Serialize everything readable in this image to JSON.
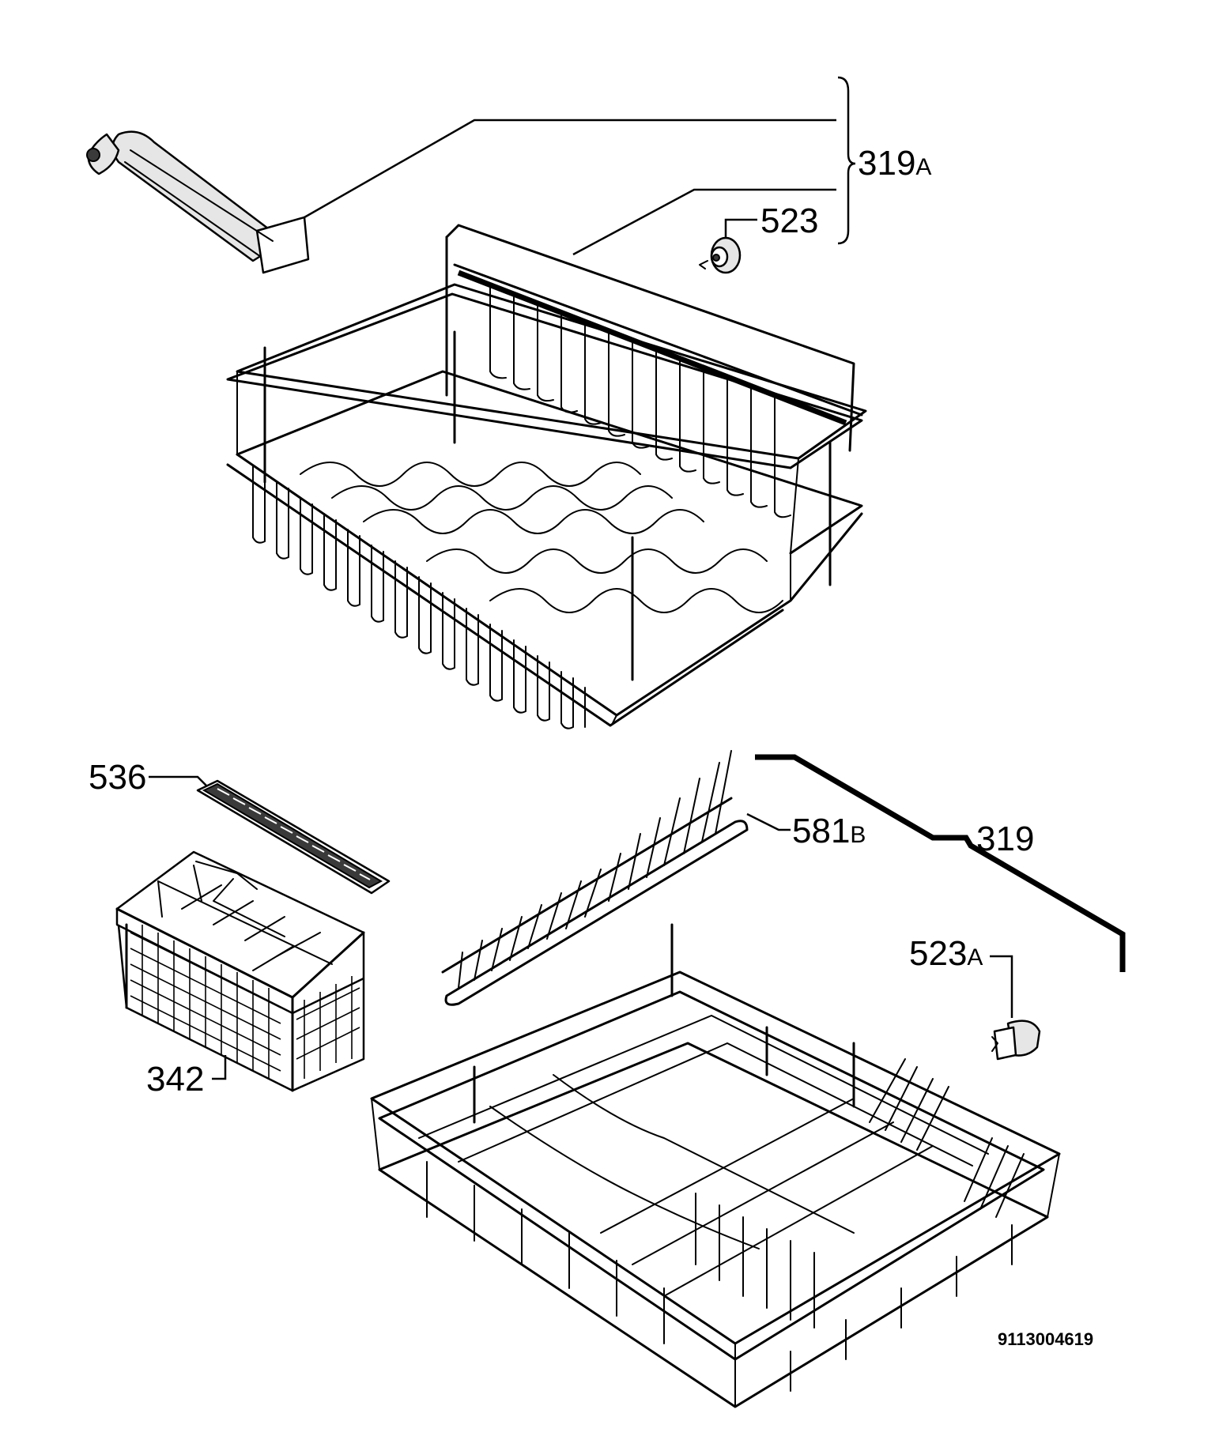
{
  "callouts": {
    "p319a": {
      "num": "319",
      "suffix": "A"
    },
    "p523": {
      "num": "523",
      "suffix": ""
    },
    "p536": {
      "num": "536",
      "suffix": ""
    },
    "p581b": {
      "num": "581",
      "suffix": "B"
    },
    "p319": {
      "num": "319",
      "suffix": ""
    },
    "p523a": {
      "num": "523",
      "suffix": "A"
    },
    "p342": {
      "num": "342",
      "suffix": ""
    }
  },
  "document_id": "9113004619"
}
